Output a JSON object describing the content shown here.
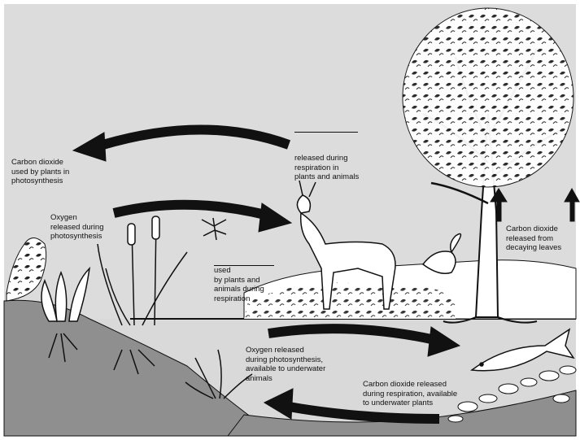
{
  "labels": {
    "co2_used": "Carbon dioxide\nused by plants in\nphotosynthesis",
    "released_resp": "released during\nrespiration in\nplants and animals",
    "oxygen_released": "Oxygen\nreleased during\nphotosynthesis",
    "used_first": "used",
    "used_rest": "by plants and\nanimals during\nrespiration",
    "co2_decay": "Carbon dioxide\nreleased from\ndecaying leaves",
    "oxygen_underwater": "Oxygen released\nduring photosynthesis,\navailable to underwater\nanimals",
    "co2_underwater": "Carbon dioxide released\nduring respiration, available\nto underwater plants"
  },
  "icons": [
    "tree-icon",
    "deer-icon",
    "squirrel-icon",
    "dragonfly-icon",
    "fish-icon",
    "cattail-icon",
    "water-plant-icon"
  ],
  "colors": {
    "sky": "#dcdcdc",
    "ground": "#8f8f8f",
    "water": "#d9d9d9",
    "ink": "#111111",
    "white": "#ffffff"
  }
}
